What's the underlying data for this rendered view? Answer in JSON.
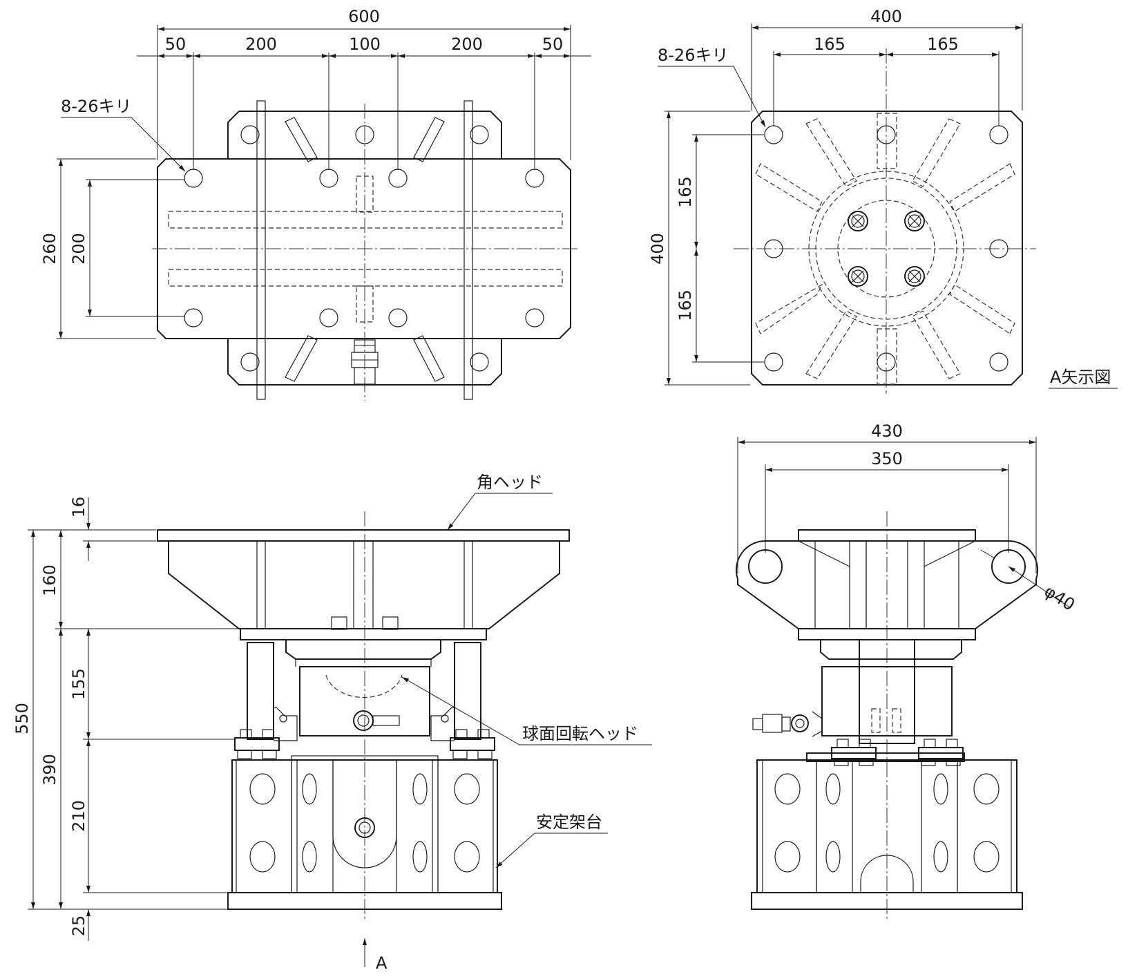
{
  "top_left_view": {
    "dims_top": {
      "overall": "600",
      "seg1": "50",
      "seg2": "200",
      "seg3": "100",
      "seg4": "200",
      "seg5": "50"
    },
    "hole_label": "8-26キリ",
    "dim_height_outer": "260",
    "dim_height_inner": "200"
  },
  "top_right_view": {
    "dim_overall": "400",
    "dim_left": "165",
    "dim_right": "165",
    "hole_label": "8-26キリ",
    "dim_height": "400",
    "dim_v_top": "165",
    "dim_v_bottom": "165",
    "view_label": "A矢示図"
  },
  "front_view": {
    "dim_16": "16",
    "dim_160": "160",
    "dim_550": "550",
    "dim_155": "155",
    "dim_390": "390",
    "dim_210": "210",
    "dim_25": "25",
    "label_head": "角ヘッド",
    "label_spherical": "球面回転ヘッド",
    "label_stand": "安定架台",
    "arrow_label": "A"
  },
  "side_view": {
    "dim_outer": "430",
    "dim_inner": "350",
    "dim_hole": "φ40"
  }
}
